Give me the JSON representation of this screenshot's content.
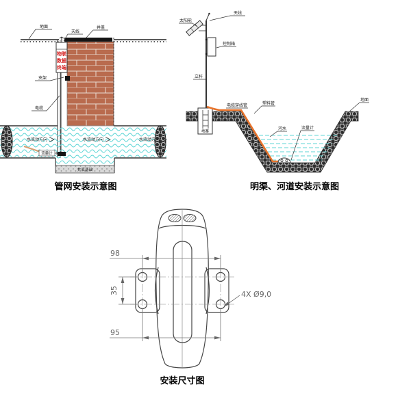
{
  "page": {
    "background": "#ffffff"
  },
  "diagrams": {
    "pipe_network": {
      "title": "管网安装示意图",
      "labels": {
        "ground": "地面",
        "antenna": "天线",
        "manhole_cover": "井盖",
        "terminal_line1": "物联",
        "terminal_line2": "数据",
        "terminal_line3": "终端",
        "bracket": "支架",
        "cable": "电缆",
        "flow_direction": "水流动方向",
        "flow_meter": "流量计",
        "well_bottom": "井底基础"
      },
      "colors": {
        "brick": "#b96b4e",
        "water": "#5fd6d6",
        "device_text": "#d42222"
      }
    },
    "open_channel": {
      "title": "明渠、河道安装示意图",
      "labels": {
        "antenna": "天线",
        "solar_panel": "太阳能",
        "control_box": "控制箱",
        "pole": "立杆",
        "foundation": "地基",
        "cable_conduit": "电缆穿线管",
        "plastic_pipe": "塑料管",
        "ground": "地面",
        "river_water": "河水",
        "flow_meter": "流量计"
      },
      "colors": {
        "conduit": "#e8742c",
        "water": "#5fd6d6"
      }
    },
    "dimensions": {
      "title": "安装尺寸图",
      "dim_width_top": "98",
      "dim_height_left": "35",
      "dim_width_bottom": "95",
      "hole_spec": "4X Ø9,0"
    }
  }
}
